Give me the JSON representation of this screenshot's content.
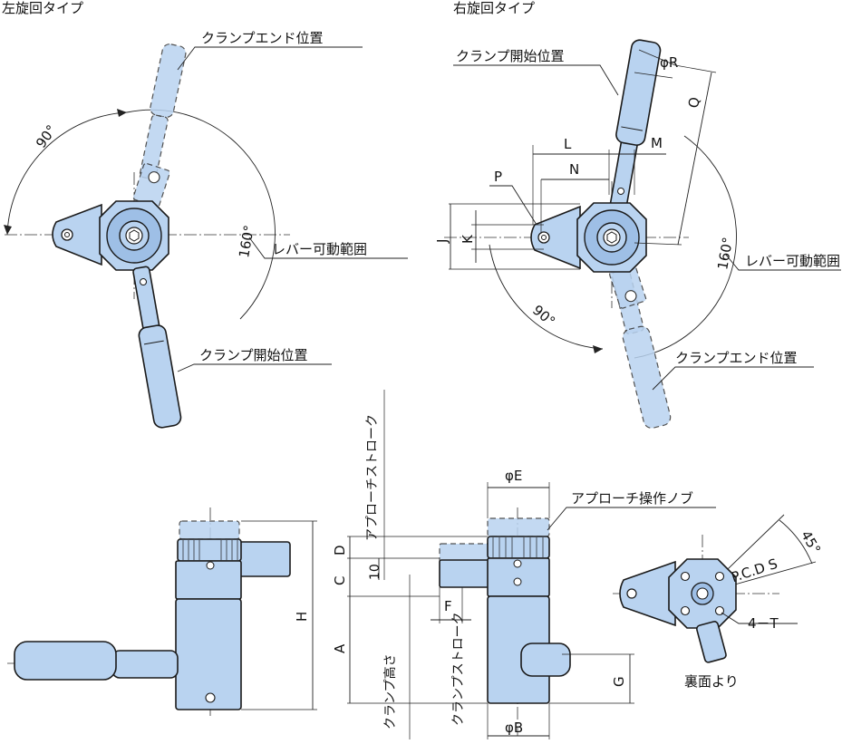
{
  "left_view": {
    "title": "左旋回タイプ",
    "clamp_end_label": "クランプエンド位置",
    "clamp_start_label": "クランプ開始位置",
    "lever_range_label": "レバー可動範囲",
    "angle_90": "90°",
    "angle_160": "160°"
  },
  "right_view": {
    "title": "右旋回タイプ",
    "clamp_start_label": "クランプ開始位置",
    "clamp_end_label": "クランプエンド位置",
    "lever_range_label": "レバー可動範囲",
    "angle_90": "90°",
    "angle_160": "160°",
    "dim_R": "φR",
    "dim_Q": "Q",
    "dim_L": "L",
    "dim_M": "M",
    "dim_N": "N",
    "dim_P": "P",
    "dim_J": "J",
    "dim_K": "K"
  },
  "side_view": {
    "dim_H": "H",
    "dim_D": "D",
    "dim_C": "C",
    "dim_10": "10",
    "dim_A": "A",
    "dim_F": "F",
    "dim_E": "φE",
    "dim_B": "φB",
    "dim_G": "G",
    "approach_stroke_label": "アプローチストローク",
    "clamp_height_label": "クランプ高さ",
    "clamp_stroke_label": "クランプストローク",
    "approach_knob_label": "アプローチ操作ノブ"
  },
  "back_view": {
    "pcd_label": "P.C.D S",
    "angle_45": "45°",
    "holes_label": "4－T",
    "caption": "裏面より"
  }
}
